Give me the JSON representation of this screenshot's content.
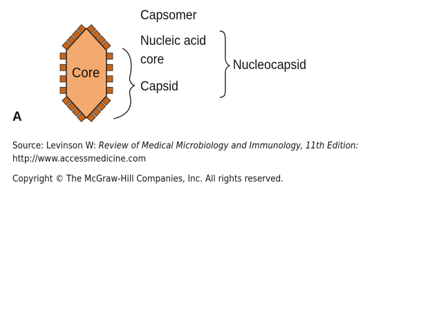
{
  "diagram": {
    "core_label": "Core",
    "capsomer_label": "Capsomer",
    "nucleic_acid_line1": "Nucleic acid",
    "nucleic_acid_line2": "core",
    "capsid_label": "Capsid",
    "nucleocapsid_label": "Nucleocapsid",
    "panel_label": "A",
    "colors": {
      "core_fill": "#f4aa6e",
      "capsomer_fill": "#c8641a",
      "outline": "#222222"
    }
  },
  "credits": {
    "source_prefix": "Source: Levinson W: ",
    "source_title": "Review of Medical Microbiology and Immunology, 11th Edition:",
    "url": "http://www.accessmedicine.com",
    "copyright": "Copyright © The McGraw-Hill Companies, Inc. All rights reserved."
  }
}
